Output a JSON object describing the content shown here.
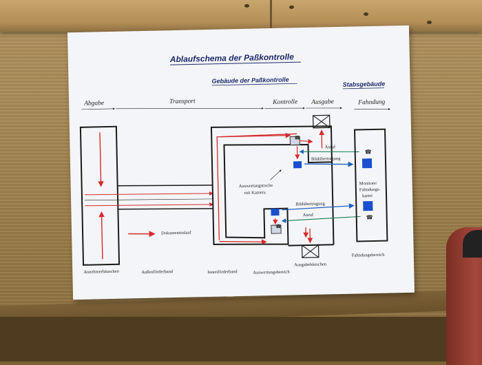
{
  "poster": {
    "title": "Ablaufschema der Paßkontrolle",
    "subtitle_left": "Gebäude der Paßkontrolle",
    "subtitle_right": "Stabsgebäude",
    "zones": {
      "abgabe": "Abgabe",
      "transport": "Transport",
      "kontrolle": "Kontrolle",
      "ausgabe": "Ausgabe",
      "fahndung": "Fahndung"
    },
    "labels": {
      "anruf_top": "Anruf",
      "bild_top": "Bildübertragung",
      "bild_bottom": "Bildübertragung",
      "anruf_bottom": "Anruf",
      "auswertung_line1": "Auswertungstische",
      "auswertung_line2": "mit Kamera",
      "monitore_line1": "Monitore/",
      "monitore_line2": "Fahndungs-",
      "monitore_line3": "kartei",
      "dokumentenlauf": "Dokumentenlauf"
    },
    "areas": {
      "a1": "Annehmerhäuschen",
      "a2": "Außenförderband",
      "a3": "Innenförderband",
      "a4": "Auswertungsbereich",
      "a5": "Ausgabehäuschen",
      "a6": "Fahndungsbereich"
    },
    "colors": {
      "title": "#1c2a6a",
      "flow_red": "#d42a2a",
      "signal_blue": "#1f5fbf",
      "equipment_blue": "#1a4fd0",
      "line_dark": "#1a1a1a"
    }
  }
}
